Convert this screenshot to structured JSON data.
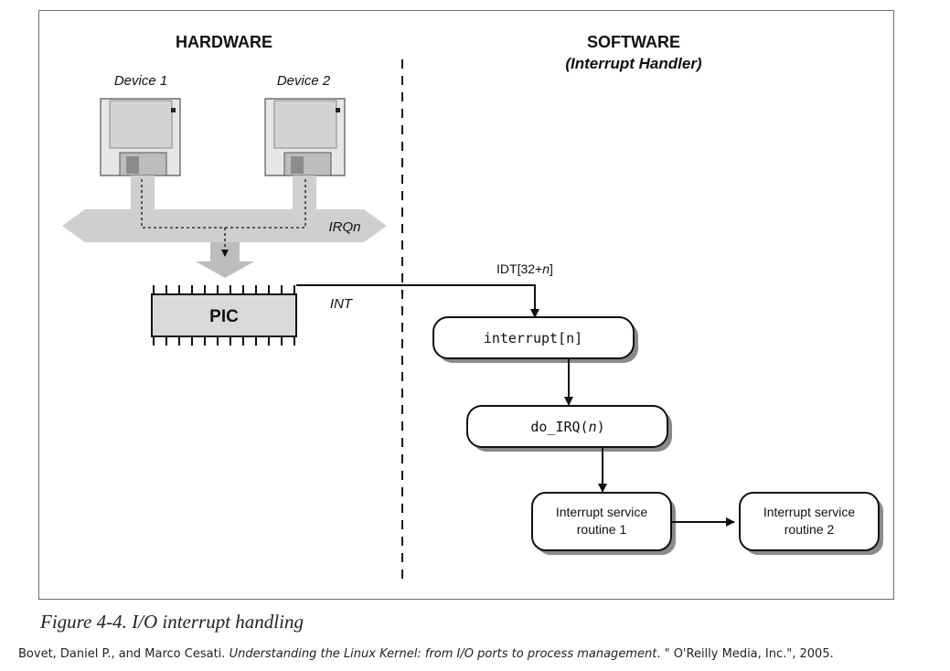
{
  "diagram": {
    "hardware_title": "HARDWARE",
    "software_title": "SOFTWARE",
    "software_subtitle": "(Interrupt Handler)",
    "device1_label": "Device 1",
    "device2_label": "Device 2",
    "bus_label": "IRQn",
    "pic_label": "PIC",
    "int_label": "INT",
    "idt_label_prefix": "IDT[32+",
    "idt_label_var": "n",
    "idt_label_suffix": "]",
    "interrupt_box": "interrupt[n]",
    "do_irq_prefix": "do_IRQ(",
    "do_irq_var": "n",
    "do_irq_suffix": ")",
    "isr1_line1": "Interrupt service",
    "isr1_line2": "routine 1",
    "isr2_line1": "Interrupt service",
    "isr2_line2": "routine 2"
  },
  "caption": "Figure 4-4. I/O interrupt handling",
  "citation": {
    "authors": "Bovet, Daniel P., and Marco Cesati. ",
    "title": "Understanding the Linux Kernel: from I/O ports to process management",
    "rest": ". \" O'Reilly Media, Inc.\", 2005."
  }
}
